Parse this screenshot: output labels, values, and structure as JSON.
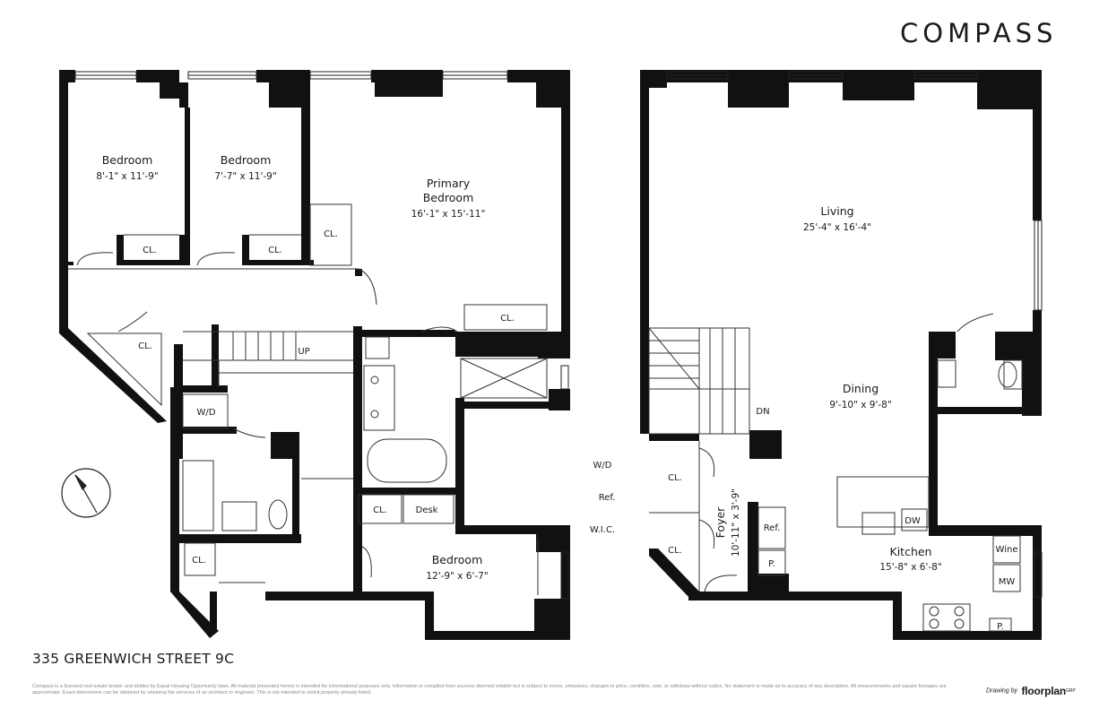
{
  "brand": {
    "logo_text": "COMPASS"
  },
  "address": "335 GREENWICH STREET 9C",
  "disclaimer": "Compass is a licensed real estate broker and abides by Equal Housing Opportunity laws. All material presented herein is intended for informational purposes only. Information is compiled from sources deemed reliable but is subject to errors, omissions, changes in price, condition, sale, or withdraw without notice. No statement is made as to accuracy of any description. All measurements and square footages are approximate. Exact dimensions can be obtained by retaining the services of an architect or engineer. This is not intended to solicit property already listed.",
  "credit": {
    "drawing_by": "Drawing by",
    "name": "floorplan",
    "suffix": "GRP"
  },
  "lower_floor": {
    "bedroom1": {
      "label": "Bedroom",
      "dim": "8'-1\" x 11'-9\""
    },
    "bedroom2": {
      "label": "Bedroom",
      "dim": "7'-7\" x 11'-9\""
    },
    "primary": {
      "label1": "Primary",
      "label2": "Bedroom",
      "dim": "16'-1\" x 15'-11\""
    },
    "bedroom3": {
      "label": "Bedroom",
      "dim": "12'-9\" x 6'-7\""
    },
    "closet": "CL.",
    "wd": "W/D",
    "desk": "Desk",
    "stair": "UP"
  },
  "upper_floor": {
    "living": {
      "label": "Living",
      "dim": "25'-4\" x 16'-4\""
    },
    "dining": {
      "label": "Dining",
      "dim": "9'-10\" x 9'-8\""
    },
    "kitchen": {
      "label": "Kitchen",
      "dim": "15'-8\" x 6'-8\""
    },
    "foyer": {
      "label": "Foyer",
      "dim": "10'-11\" x 3'-9\""
    },
    "closet": "CL.",
    "ref": "Ref.",
    "pantry": "P.",
    "dw": "DW",
    "wine": "Wine",
    "mw": "MW",
    "stair": "DN"
  },
  "legend": {
    "wd": "W/D",
    "ref": "Ref.",
    "wic": "W.I.C."
  }
}
